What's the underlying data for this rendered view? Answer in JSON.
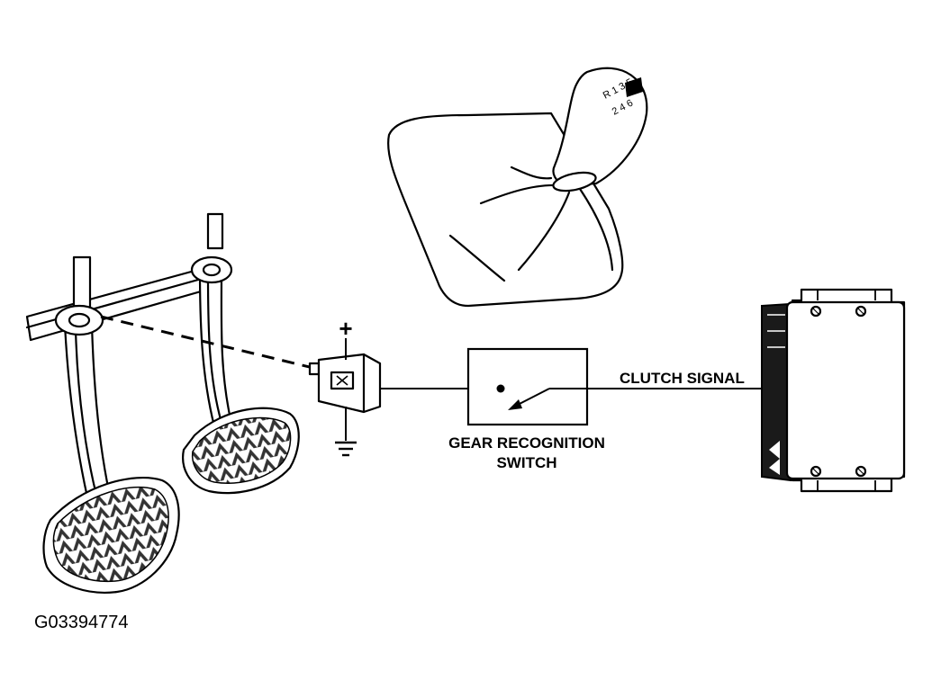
{
  "labels": {
    "clutch_signal": "CLUTCH SIGNAL",
    "gear_switch_line1": "GEAR RECOGNITION",
    "gear_switch_line2": "SWITCH",
    "plus_sign": "+",
    "figure_id": "G03394774"
  },
  "colors": {
    "ink": "#000000",
    "paper": "#ffffff",
    "module_shade": "#1a1a1a",
    "tread": "#333333"
  },
  "icons": {
    "ground": "ground-symbol",
    "switch": "switch-contact-symbol"
  }
}
